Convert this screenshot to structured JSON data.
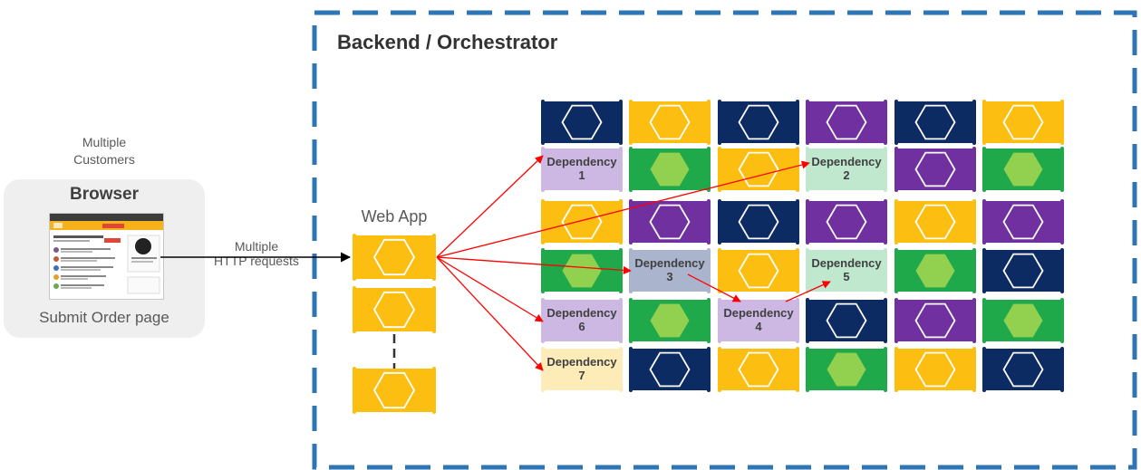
{
  "left": {
    "customers_label_1": "Multiple",
    "customers_label_2": "Customers",
    "browser_title": "Browser",
    "submit_label": "Submit Order page",
    "request_label_1": "Multiple",
    "request_label_2": "HTTP requests"
  },
  "backend": {
    "title": "Backend / Orchestrator",
    "web_app_label": "Web App"
  },
  "colors": {
    "navy": "#0d2b63",
    "yellow": "#fcbf11",
    "purple": "#7030a0",
    "green": "#1fa94b",
    "green_hex": "#92d050",
    "dash": "#2e75b6",
    "arrow": "#ff0000"
  },
  "grid": {
    "rows": [
      [
        "navy",
        "yellow",
        "navy",
        "purple",
        "navy",
        "yellow"
      ],
      [
        "dep1",
        "green",
        "yellow",
        "dep2",
        "purple",
        "green"
      ],
      [
        "yellow",
        "purple",
        "navy",
        "purple",
        "yellow",
        "purple"
      ],
      [
        "green",
        "dep3",
        "yellow",
        "dep5",
        "green",
        "navy"
      ],
      [
        "dep6",
        "green",
        "dep4",
        "navy",
        "purple",
        "green"
      ],
      [
        "dep7",
        "navy",
        "yellow",
        "green",
        "yellow",
        "navy"
      ]
    ]
  },
  "dependencies": [
    {
      "id": "dep1",
      "word": "Dependency",
      "num": "1",
      "color": "#cdb8e3"
    },
    {
      "id": "dep2",
      "word": "Dependency",
      "num": "2",
      "color": "#bfe8cf"
    },
    {
      "id": "dep3",
      "word": "Dependency",
      "num": "3",
      "color": "#aab4cc"
    },
    {
      "id": "dep4",
      "word": "Dependency",
      "num": "4",
      "color": "#cdb8e3"
    },
    {
      "id": "dep5",
      "word": "Dependency",
      "num": "5",
      "color": "#bfe8cf"
    },
    {
      "id": "dep6",
      "word": "Dependency",
      "num": "6",
      "color": "#cdb8e3"
    },
    {
      "id": "dep7",
      "word": "Dependency",
      "num": "7",
      "color": "#fdebb8"
    }
  ]
}
